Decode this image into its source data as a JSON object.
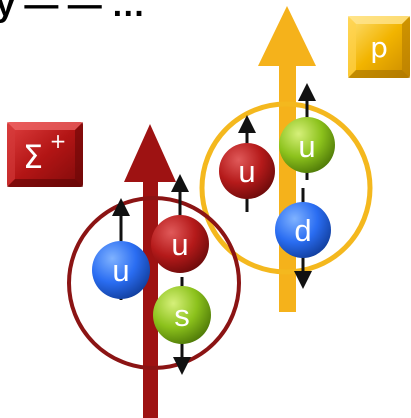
{
  "header": {
    "partial_title": "y — — …"
  },
  "badges": {
    "proton": {
      "label": "p",
      "color": "#f2b400"
    },
    "sigma": {
      "label": "Σ",
      "sup": "+",
      "color": "#b31515"
    }
  },
  "particles": {
    "sigma_plus": {
      "ring_color": "#8b1414",
      "arrow_color": "#9e1212",
      "quarks": [
        {
          "label": "u",
          "flavor": "up",
          "color": "#2a6df2",
          "spin": "up"
        },
        {
          "label": "u",
          "flavor": "up",
          "color": "#b51a1a",
          "spin": "up"
        },
        {
          "label": "s",
          "flavor": "strange",
          "color": "#8cc21c",
          "spin": "down"
        }
      ]
    },
    "proton": {
      "ring_color": "#f4b81e",
      "arrow_color": "#f5b21b",
      "quarks": [
        {
          "label": "u",
          "flavor": "up",
          "color": "#b51a1a",
          "spin": "up"
        },
        {
          "label": "u",
          "flavor": "up",
          "color": "#8cc21c",
          "spin": "up"
        },
        {
          "label": "d",
          "flavor": "down",
          "color": "#2a6df2",
          "spin": "down"
        }
      ]
    }
  }
}
